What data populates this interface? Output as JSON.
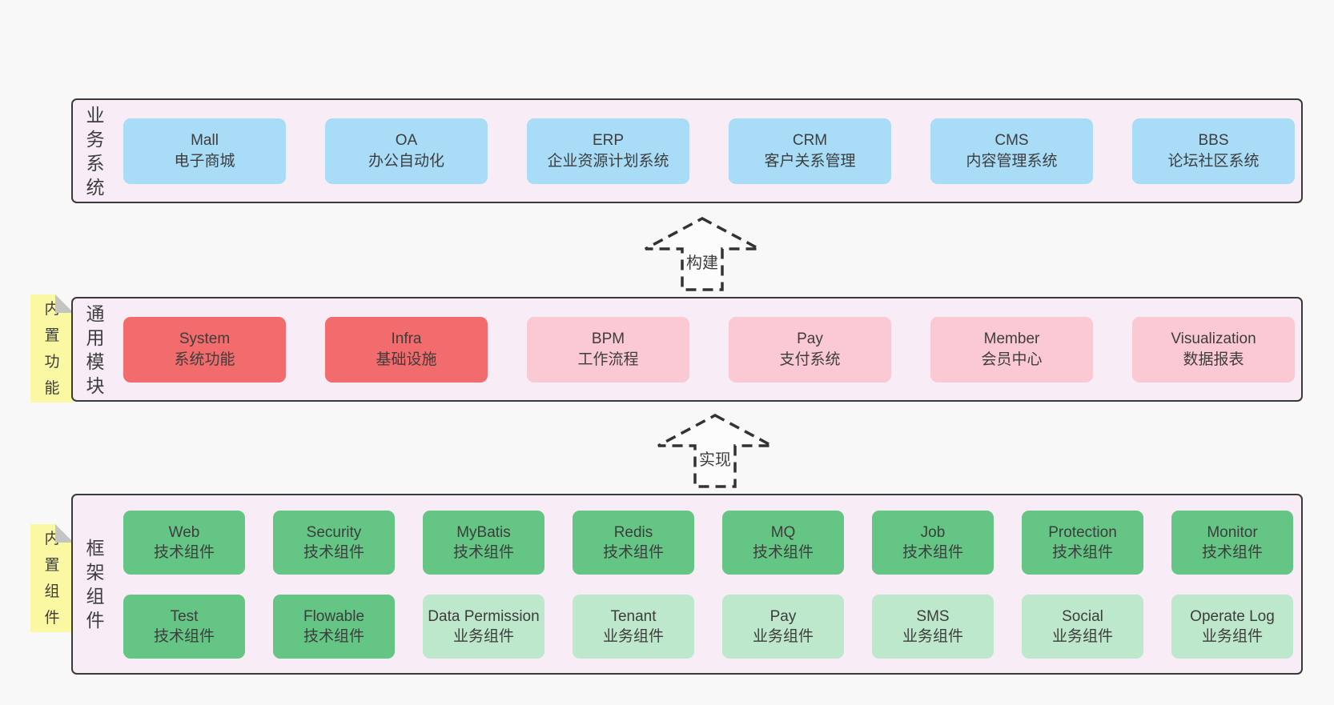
{
  "colors": {
    "page_bg": "#f8f8f8",
    "container_bg": "#f8edf7",
    "container_border": "#3a3a3a",
    "box_blue": "#a9dcf7",
    "box_red": "#f26b6d",
    "box_pink": "#fbc9d4",
    "box_green": "#64c584",
    "box_light_green": "#bee8cb",
    "tag_yellow": "#faf8a3",
    "fold_gray": "#c4c4c4",
    "text": "#3d3d3d"
  },
  "layers": {
    "business": {
      "label": "业务系统",
      "boxes": [
        {
          "title": "Mall",
          "subtitle": "电子商城"
        },
        {
          "title": "OA",
          "subtitle": "办公自动化"
        },
        {
          "title": "ERP",
          "subtitle": "企业资源计划系统"
        },
        {
          "title": "CRM",
          "subtitle": "客户关系管理"
        },
        {
          "title": "CMS",
          "subtitle": "内容管理系统"
        },
        {
          "title": "BBS",
          "subtitle": "论坛社区系统"
        }
      ]
    },
    "modules": {
      "label": "通用模块",
      "tag": "内置功能",
      "boxes": [
        {
          "title": "System",
          "subtitle": "系统功能"
        },
        {
          "title": "Infra",
          "subtitle": "基础设施"
        },
        {
          "title": "BPM",
          "subtitle": "工作流程"
        },
        {
          "title": "Pay",
          "subtitle": "支付系统"
        },
        {
          "title": "Member",
          "subtitle": "会员中心"
        },
        {
          "title": "Visualization",
          "subtitle": "数据报表"
        }
      ]
    },
    "framework": {
      "label": "框架组件",
      "tag": "内置组件",
      "row1": [
        {
          "title": "Web",
          "subtitle": "技术组件"
        },
        {
          "title": "Security",
          "subtitle": "技术组件"
        },
        {
          "title": "MyBatis",
          "subtitle": "技术组件"
        },
        {
          "title": "Redis",
          "subtitle": "技术组件"
        },
        {
          "title": "MQ",
          "subtitle": "技术组件"
        },
        {
          "title": "Job",
          "subtitle": "技术组件"
        },
        {
          "title": "Protection",
          "subtitle": "技术组件"
        },
        {
          "title": "Monitor",
          "subtitle": "技术组件"
        }
      ],
      "row2": [
        {
          "title": "Test",
          "subtitle": "技术组件"
        },
        {
          "title": "Flowable",
          "subtitle": "技术组件"
        },
        {
          "title": "Data Permission",
          "subtitle": "业务组件"
        },
        {
          "title": "Tenant",
          "subtitle": "业务组件"
        },
        {
          "title": "Pay",
          "subtitle": "业务组件"
        },
        {
          "title": "SMS",
          "subtitle": "业务组件"
        },
        {
          "title": "Social",
          "subtitle": "业务组件"
        },
        {
          "title": "Operate Log",
          "subtitle": "业务组件"
        }
      ]
    }
  },
  "arrows": {
    "build": "构建",
    "implement": "实现"
  }
}
